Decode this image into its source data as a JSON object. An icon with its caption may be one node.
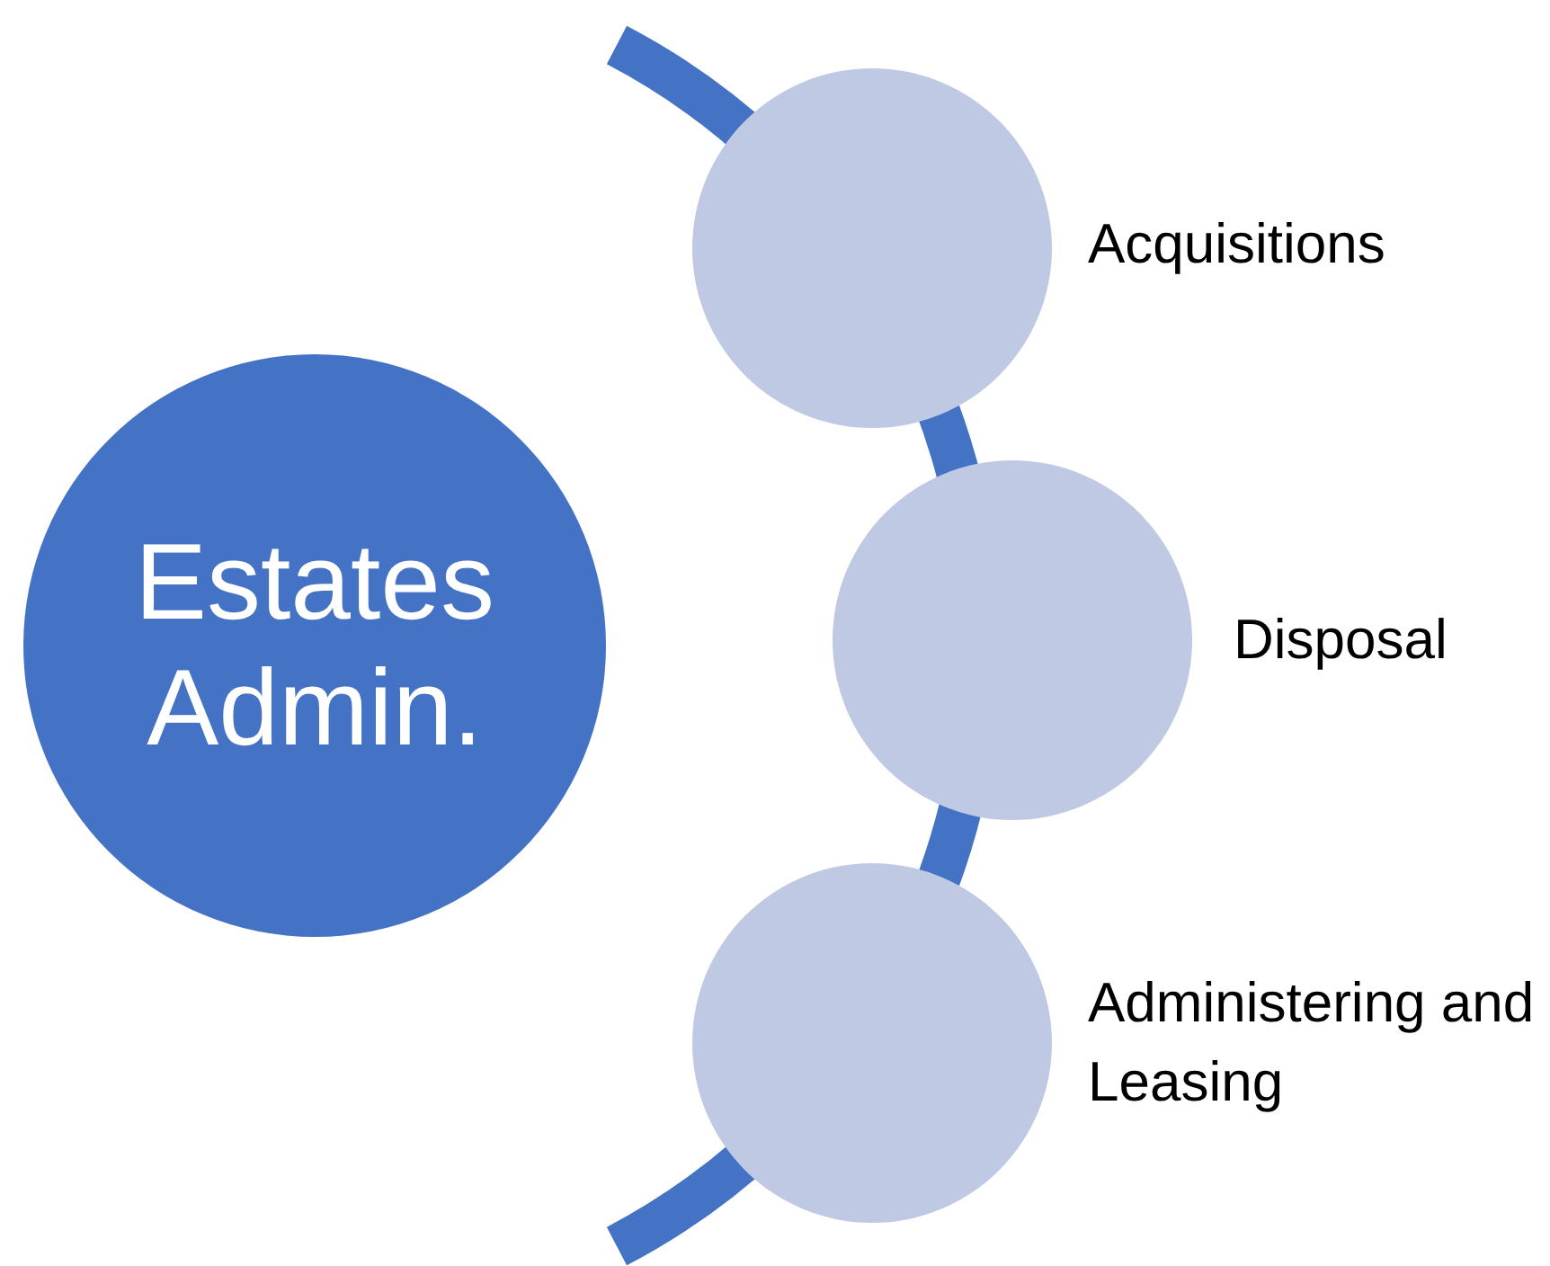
{
  "diagram": {
    "nodes": [
      {
        "text": [
          "Estates Admin."
        ]
      },
      {
        "text": [],
        "shape": "circle",
        "beside": [
          "Acquisitions"
        ]
      },
      {
        "text": [],
        "shape": "circle",
        "beside": [
          "Disposal"
        ]
      },
      {
        "text": [],
        "shape": "circle",
        "beside": [
          "Administering and Leasing"
        ]
      }
    ]
  }
}
